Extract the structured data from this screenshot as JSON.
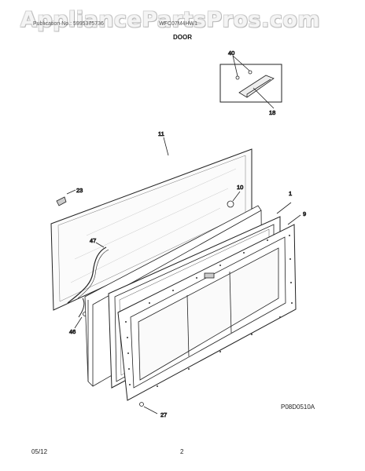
{
  "watermark": "AppliancePartsPros.com",
  "header": {
    "publication": "Publication No.: 5995375736",
    "model": "WFC07M4HW1",
    "section": "DOOR"
  },
  "callouts": {
    "c40": "40",
    "c18": "18",
    "c11": "11",
    "c23": "23",
    "c10": "10",
    "c1": "1",
    "c9": "9",
    "c47": "47",
    "c46": "46",
    "c27": "27"
  },
  "drawing_code": "P08D0510A",
  "footer": {
    "date": "05/12",
    "page": "2"
  }
}
